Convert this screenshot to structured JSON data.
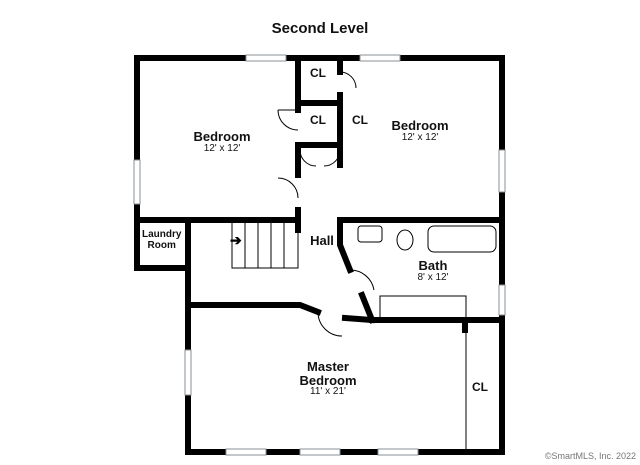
{
  "title": "Second Level",
  "rooms": {
    "bedroom_left": {
      "name": "Bedroom",
      "dims": "12' x 12'"
    },
    "bedroom_right": {
      "name": "Bedroom",
      "dims": "12' x 12'"
    },
    "bath": {
      "name": "Bath",
      "dims": "8' x 12'"
    },
    "master": {
      "name_line1": "Master",
      "name_line2": "Bedroom",
      "dims": "11' x 21'"
    },
    "hall": {
      "name": "Hall"
    },
    "laundry": {
      "line1": "Laundry",
      "line2": "Room"
    }
  },
  "closets": {
    "cl_top": "CL",
    "cl_mid": "CL",
    "cl_right_bed": "CL",
    "cl_master": "CL"
  },
  "stair_arrow": "➔",
  "copyright": "©SmartMLS, Inc.  2022",
  "colors": {
    "wall": "#000000",
    "window": "#cfd4d8",
    "fixture": "#666666"
  }
}
